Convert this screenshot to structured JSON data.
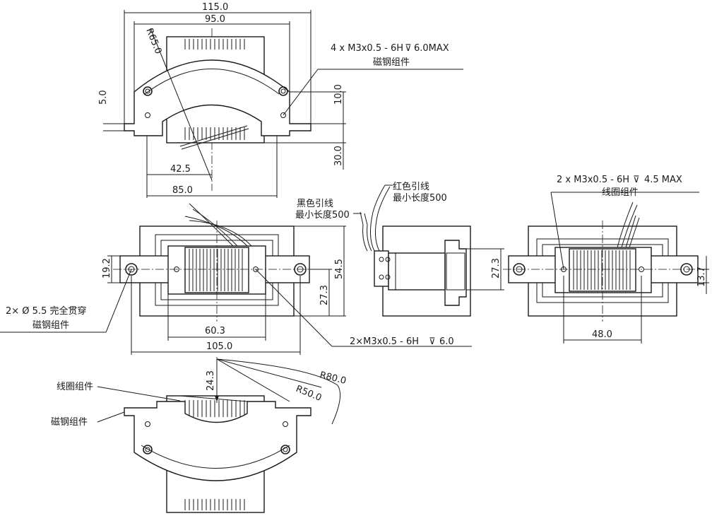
{
  "dimensions": {
    "top_width_115": "115.0",
    "top_width_95": "95.0",
    "top_radius_65": "R65.0",
    "top_height_5": "5.0",
    "top_height_10": "10.0",
    "top_height_30": "30.0",
    "top_width_42_5": "42.5",
    "top_width_85": "85.0",
    "front_height_19_2": "19.2",
    "front_height_54_5": "54.5",
    "front_height_27_3": "27.3",
    "front_width_60_3": "60.3",
    "front_width_105": "105.0",
    "side_height_27_3": "27.3",
    "right_height_13_7": "13.7",
    "right_width_48": "48.0",
    "bottom_height_24_3": "24.3",
    "bottom_radius_80": "R80.0",
    "bottom_radius_50": "R50.0"
  },
  "callouts": {
    "thread_4x_line1": "4 x M3x0.5 - 6H",
    "thread_4x_line1_depth": "6.0MAX",
    "thread_4x_line2": "磁钢组件",
    "thread_2x_right_line1": "2 x M3x0.5 - 6H",
    "thread_2x_right_depth": "4.5 MAX",
    "thread_2x_right_line2": "线圈组件",
    "red_wire_line1": "红色引线",
    "red_wire_line2": "最小长度500",
    "black_wire_line1": "黑色引线",
    "black_wire_line2": "最小长度500",
    "through_hole_line1": "2× Ø 5.5 完全贯穿",
    "through_hole_line2": "磁钢组件",
    "front_thread": "2×M3x0.5 - 6H",
    "front_thread_depth": "6.0",
    "coil_assembly": "线圈组件",
    "magnet_assembly": "磁钢组件"
  }
}
